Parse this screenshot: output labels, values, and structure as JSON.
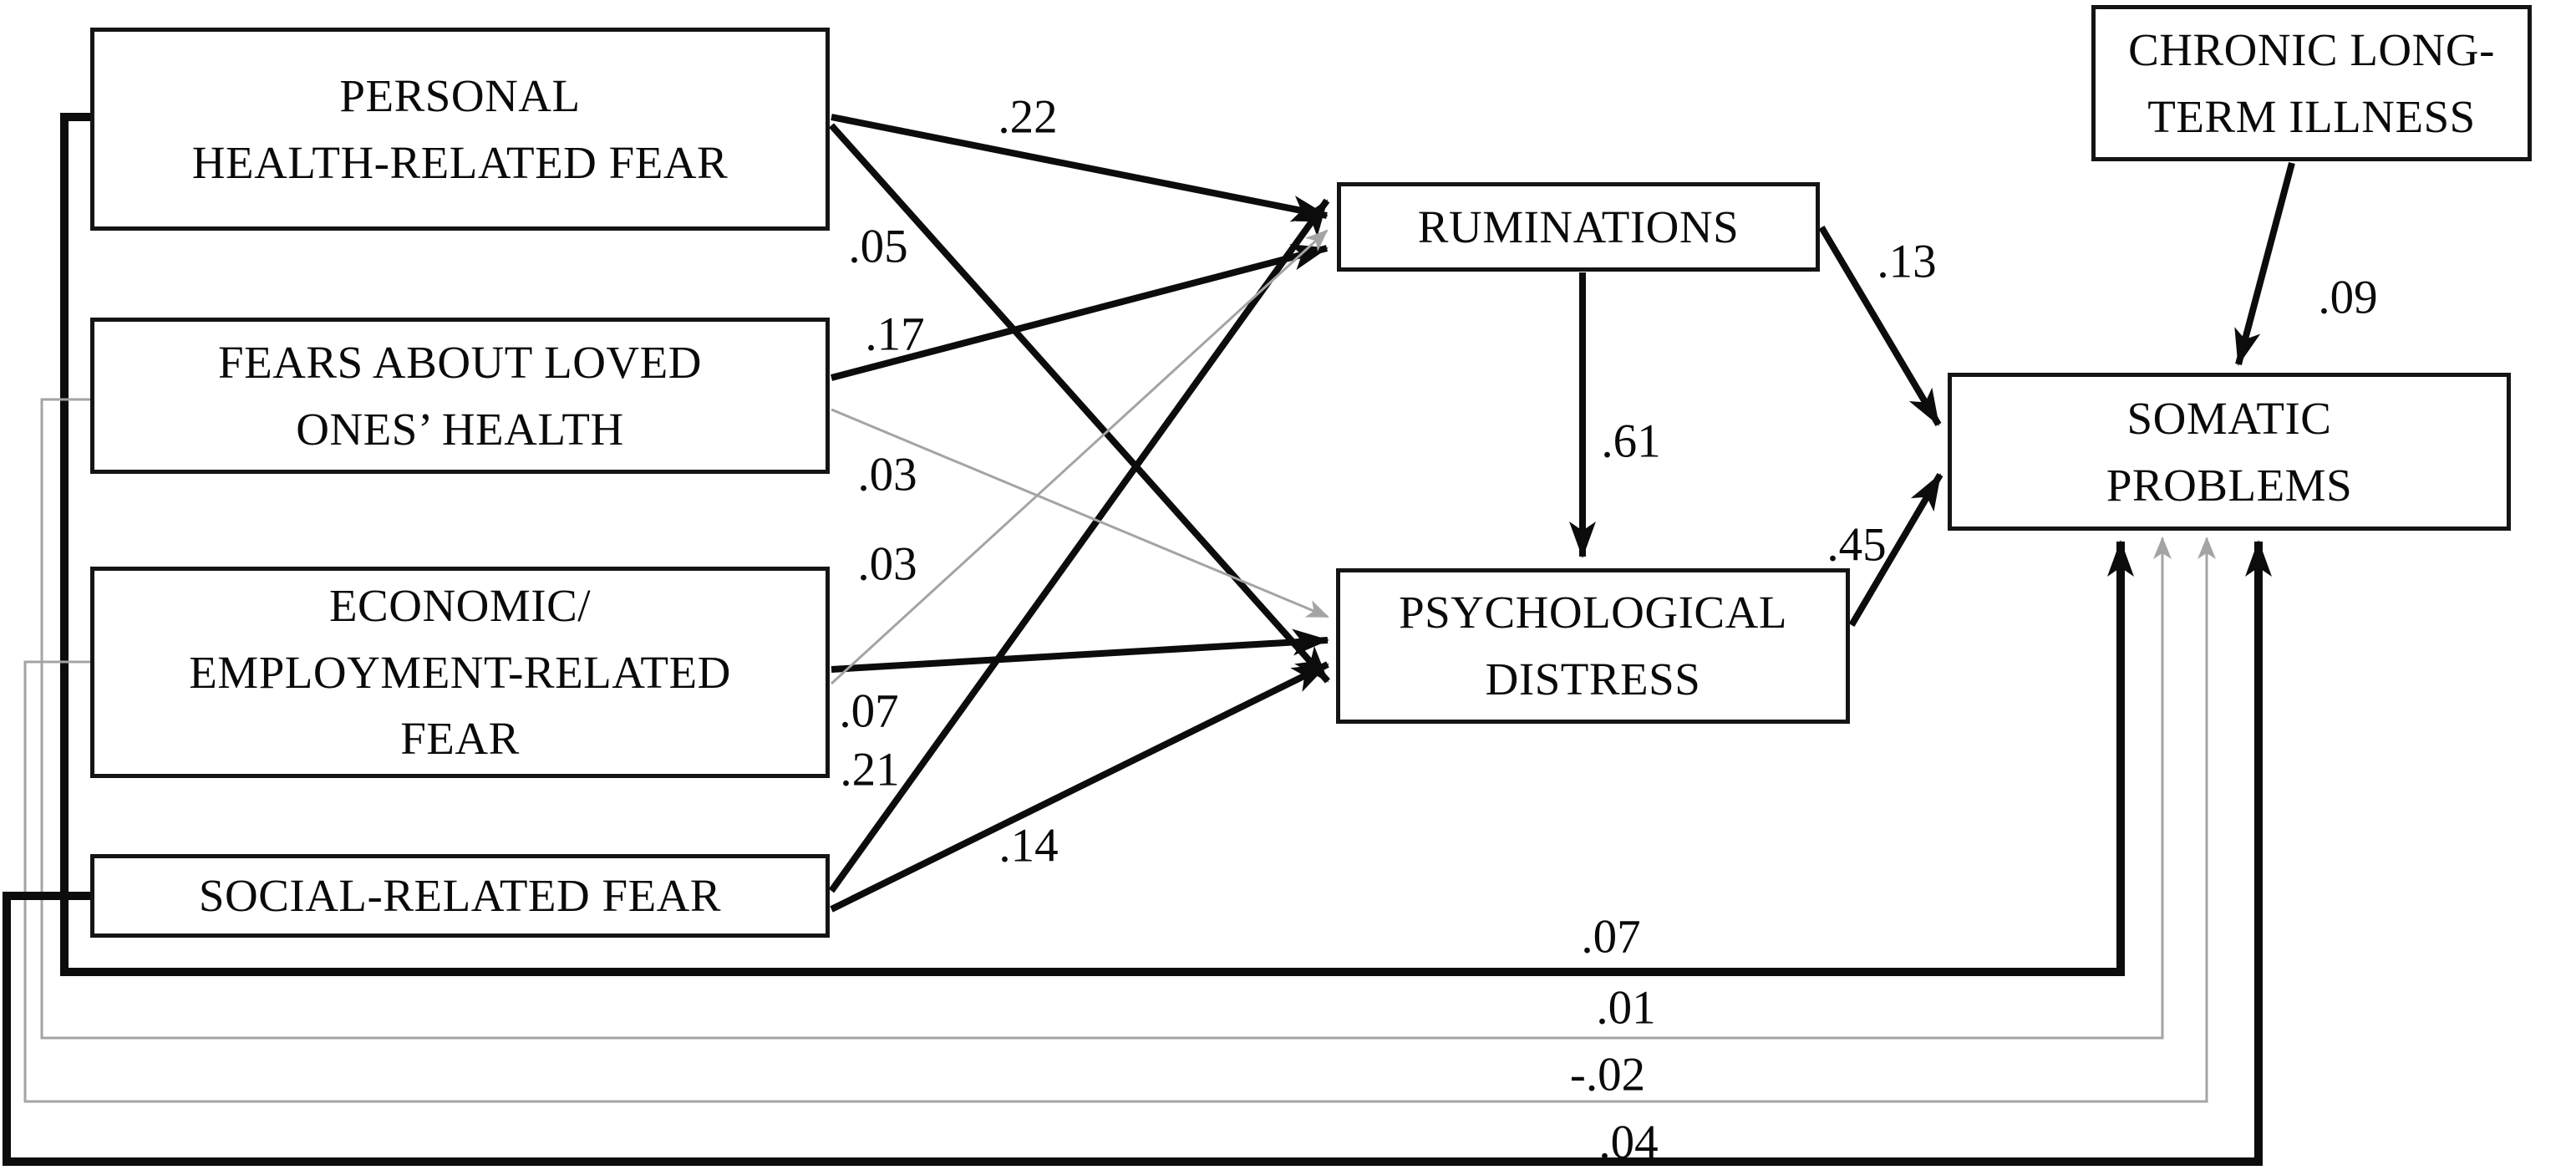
{
  "figure": {
    "type": "structural-path-diagram",
    "background": "#ffffff",
    "colors": {
      "significant_path": "#0c0c0c",
      "nonsignificant_path": "#a4a4a4",
      "box_border": "#141414",
      "text": "#0a0a0a"
    },
    "nodes": {
      "personal": {
        "lines": [
          "PERSONAL",
          "HEALTH-RELATED FEAR"
        ]
      },
      "loved": {
        "lines": [
          "FEARS ABOUT LOVED",
          "ONES’ HEALTH"
        ]
      },
      "economic": {
        "lines": [
          "ECONOMIC/",
          "EMPLOYMENT-RELATED",
          "FEAR"
        ]
      },
      "social": {
        "lines": [
          "SOCIAL-RELATED FEAR"
        ]
      },
      "ruminations": {
        "lines": [
          "RUMINATIONS"
        ]
      },
      "distress": {
        "lines": [
          "PSYCHOLOGICAL",
          "DISTRESS"
        ]
      },
      "chronic": {
        "lines": [
          "CHRONIC LONG-",
          "TERM ILLNESS"
        ]
      },
      "somatic": {
        "lines": [
          "SOMATIC",
          "PROBLEMS"
        ]
      }
    },
    "paths": [
      {
        "from": "personal",
        "to": "ruminations",
        "value": ".22",
        "style": "significant"
      },
      {
        "from": "personal",
        "to": "distress",
        "value": ".05",
        "style": "significant"
      },
      {
        "from": "loved",
        "to": "ruminations",
        "value": ".17",
        "style": "significant"
      },
      {
        "from": "loved",
        "to": "distress",
        "value": ".03",
        "style": "nonsignificant"
      },
      {
        "from": "economic",
        "to": "ruminations",
        "value": ".03",
        "style": "nonsignificant"
      },
      {
        "from": "economic",
        "to": "distress",
        "value": ".07",
        "style": "significant"
      },
      {
        "from": "social",
        "to": "ruminations",
        "value": ".21",
        "style": "significant"
      },
      {
        "from": "social",
        "to": "distress",
        "value": ".14",
        "style": "significant"
      },
      {
        "from": "ruminations",
        "to": "distress",
        "value": ".61",
        "style": "significant"
      },
      {
        "from": "ruminations",
        "to": "somatic",
        "value": ".13",
        "style": "significant"
      },
      {
        "from": "distress",
        "to": "somatic",
        "value": ".45",
        "style": "significant"
      },
      {
        "from": "chronic",
        "to": "somatic",
        "value": ".09",
        "style": "significant"
      },
      {
        "from": "personal",
        "to": "somatic",
        "value": ".07",
        "style": "significant"
      },
      {
        "from": "loved",
        "to": "somatic",
        "value": ".01",
        "style": "nonsignificant"
      },
      {
        "from": "economic",
        "to": "somatic",
        "value": "-.02",
        "style": "nonsignificant"
      },
      {
        "from": "social",
        "to": "somatic",
        "value": ".04",
        "style": "significant"
      }
    ]
  }
}
